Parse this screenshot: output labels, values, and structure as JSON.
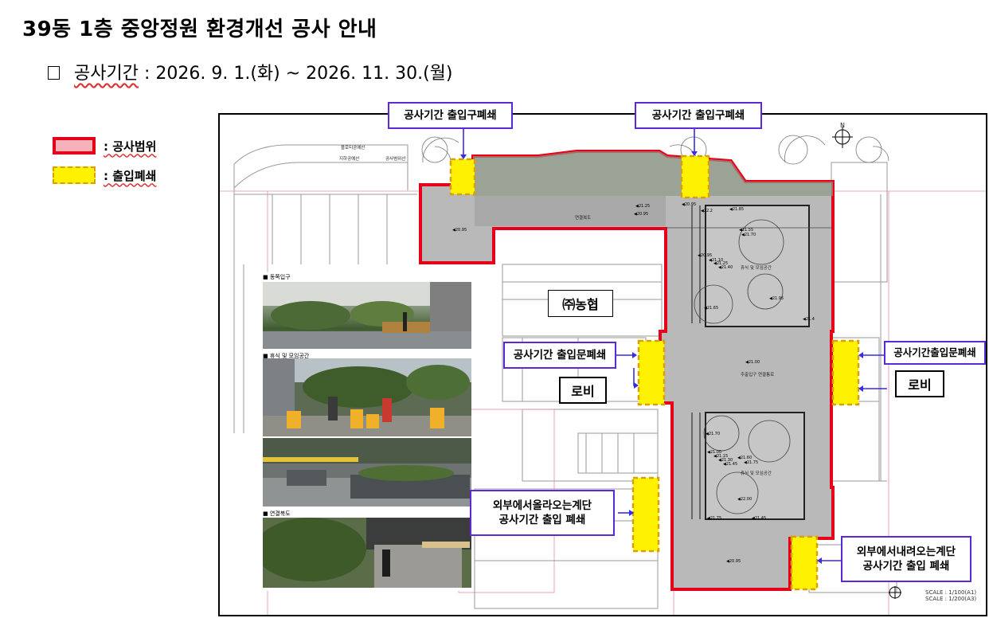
{
  "title": "39동 1층 중앙정원 환경개선 공사 안내",
  "period": {
    "label": "공사기간",
    "value": " : 2026. 9. 1.(화) ~ 2026. 11. 30.(월)"
  },
  "legend": [
    {
      "label": ": 공사범위",
      "color": "#e6001a"
    },
    {
      "label": ": 출입폐쇄",
      "color": "#fff200"
    }
  ],
  "callouts": {
    "top_left": "공사기간 출입구폐쇄",
    "top_right": "공사기간 출입구폐쇄",
    "mid_left": "공사기간 출입문폐쇄",
    "mid_right": "공사기간출입문폐쇄",
    "bottom_left": [
      "외부에서올라오는계단",
      "공사기간 출입 폐쇄"
    ],
    "bottom_right": [
      "외부에서내려오는계단",
      "공사기간 출입 폐쇄"
    ]
  },
  "rooms": {
    "nonghyup": "㈜농협",
    "lobby_left": "로비",
    "lobby_right": "로비"
  },
  "photos": [
    "■ 동쪽입구",
    "■ 휴식 및 모임공간",
    "■ 연결복도"
  ],
  "plan_labels": {
    "rest_area_1": "휴식 및 모임공간",
    "rest_area_2": "휴식 및 모임공간",
    "corridor": "연결복도",
    "main_path": "주출입구 연결통로",
    "top_sign_1": "플로티공예산",
    "top_sign_2": "지하공예산",
    "top_sign_3": "공사범위선"
  },
  "elevations": [
    "21.25",
    "20.95",
    "20.95",
    "22.2",
    "21.85",
    "21.55",
    "21.70",
    "20.95",
    "21.10",
    "21.25",
    "21.40",
    "21.65",
    "21.95",
    "21.4",
    "21.00",
    "21.70",
    "21.00",
    "21.15",
    "21.30",
    "21.45",
    "21.60",
    "21.75",
    "22.00",
    "21.75",
    "21.45",
    "20.95",
    "20.95"
  ],
  "north": "N",
  "scale": [
    "SCALE : 1/100(A1)",
    "SCALE : 1/200(A3)"
  ]
}
